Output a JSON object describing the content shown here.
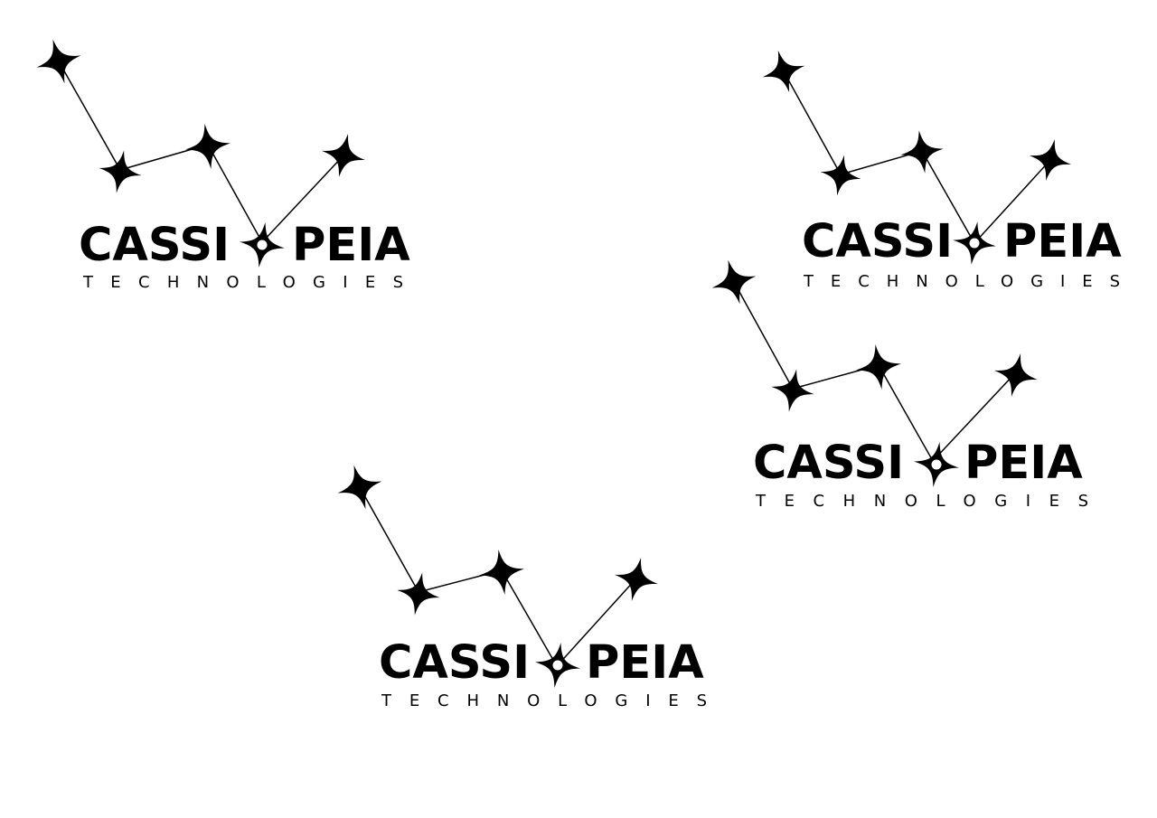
{
  "brand": {
    "name_left": "CASSI",
    "name_right": "PEIA",
    "tagline": "TECHNOLOGIES"
  },
  "logo_variants": [
    {
      "tagline_style": "rounded-stencil"
    },
    {
      "tagline_style": "monoline"
    },
    {
      "tagline_style": "monoline"
    },
    {
      "tagline_style": "monoline"
    }
  ],
  "colors": {
    "background": "#ffffff",
    "ink": "#000000"
  },
  "icons": [
    "four-point-star-icon",
    "constellation-line-icon",
    "ring-star-icon"
  ]
}
